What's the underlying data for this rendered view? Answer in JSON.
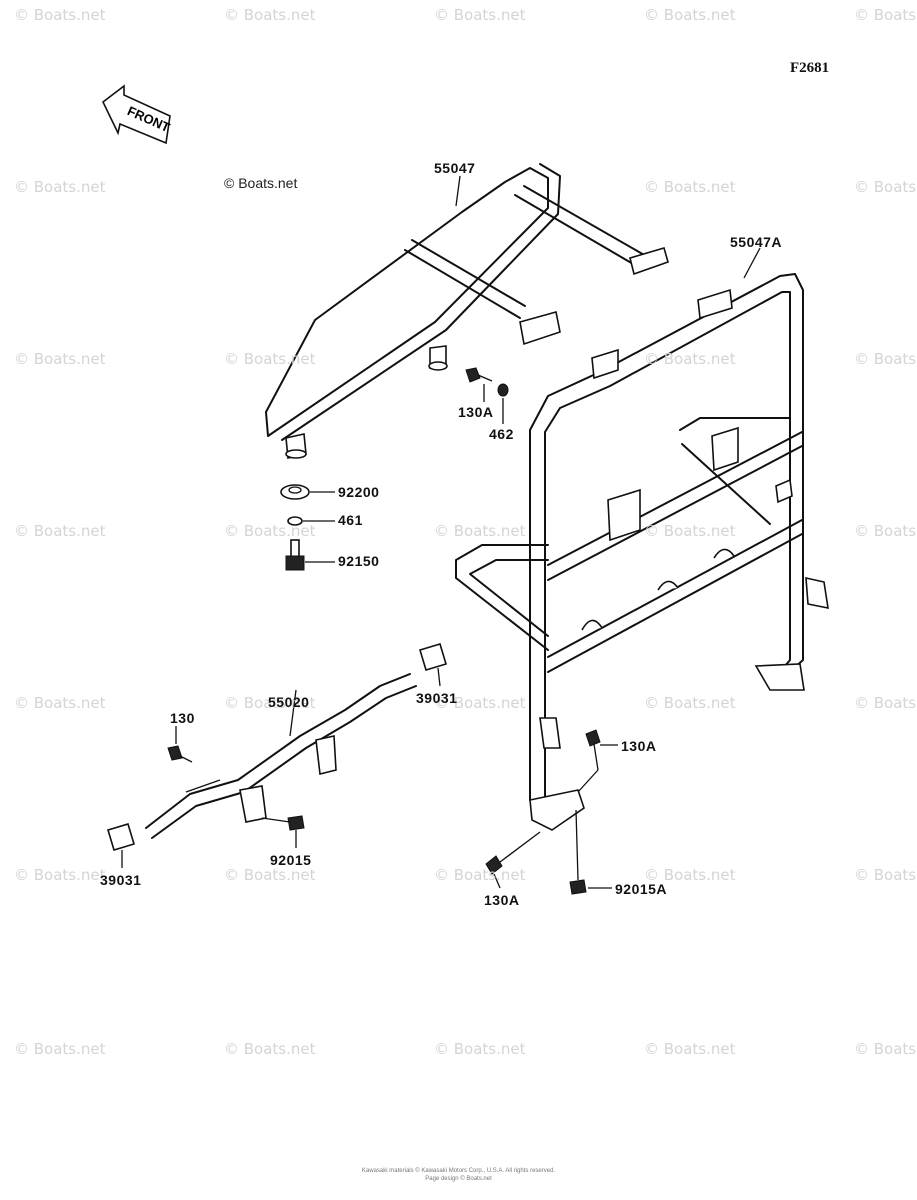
{
  "figure_id": "F2681",
  "front_label": "FRONT",
  "brand_text": "© Boats.net",
  "watermark_text": "© Boats.net",
  "copyright_lines": [
    "Kawasaki materials © Kawasaki Motors Corp., U.S.A. All rights reserved.",
    "Page design © Boats.net"
  ],
  "parts": [
    {
      "id": "p-55047",
      "number": "55047"
    },
    {
      "id": "p-55047a",
      "number": "55047A"
    },
    {
      "id": "p-130a-top",
      "number": "130A"
    },
    {
      "id": "p-462",
      "number": "462"
    },
    {
      "id": "p-92200",
      "number": "92200"
    },
    {
      "id": "p-461",
      "number": "461"
    },
    {
      "id": "p-92150",
      "number": "92150"
    },
    {
      "id": "p-130",
      "number": "130"
    },
    {
      "id": "p-55020",
      "number": "55020"
    },
    {
      "id": "p-39031-right",
      "number": "39031"
    },
    {
      "id": "p-39031-left",
      "number": "39031"
    },
    {
      "id": "p-92015",
      "number": "92015"
    },
    {
      "id": "p-130a-right",
      "number": "130A"
    },
    {
      "id": "p-130a-bottom",
      "number": "130A"
    },
    {
      "id": "p-92015a",
      "number": "92015A"
    }
  ]
}
